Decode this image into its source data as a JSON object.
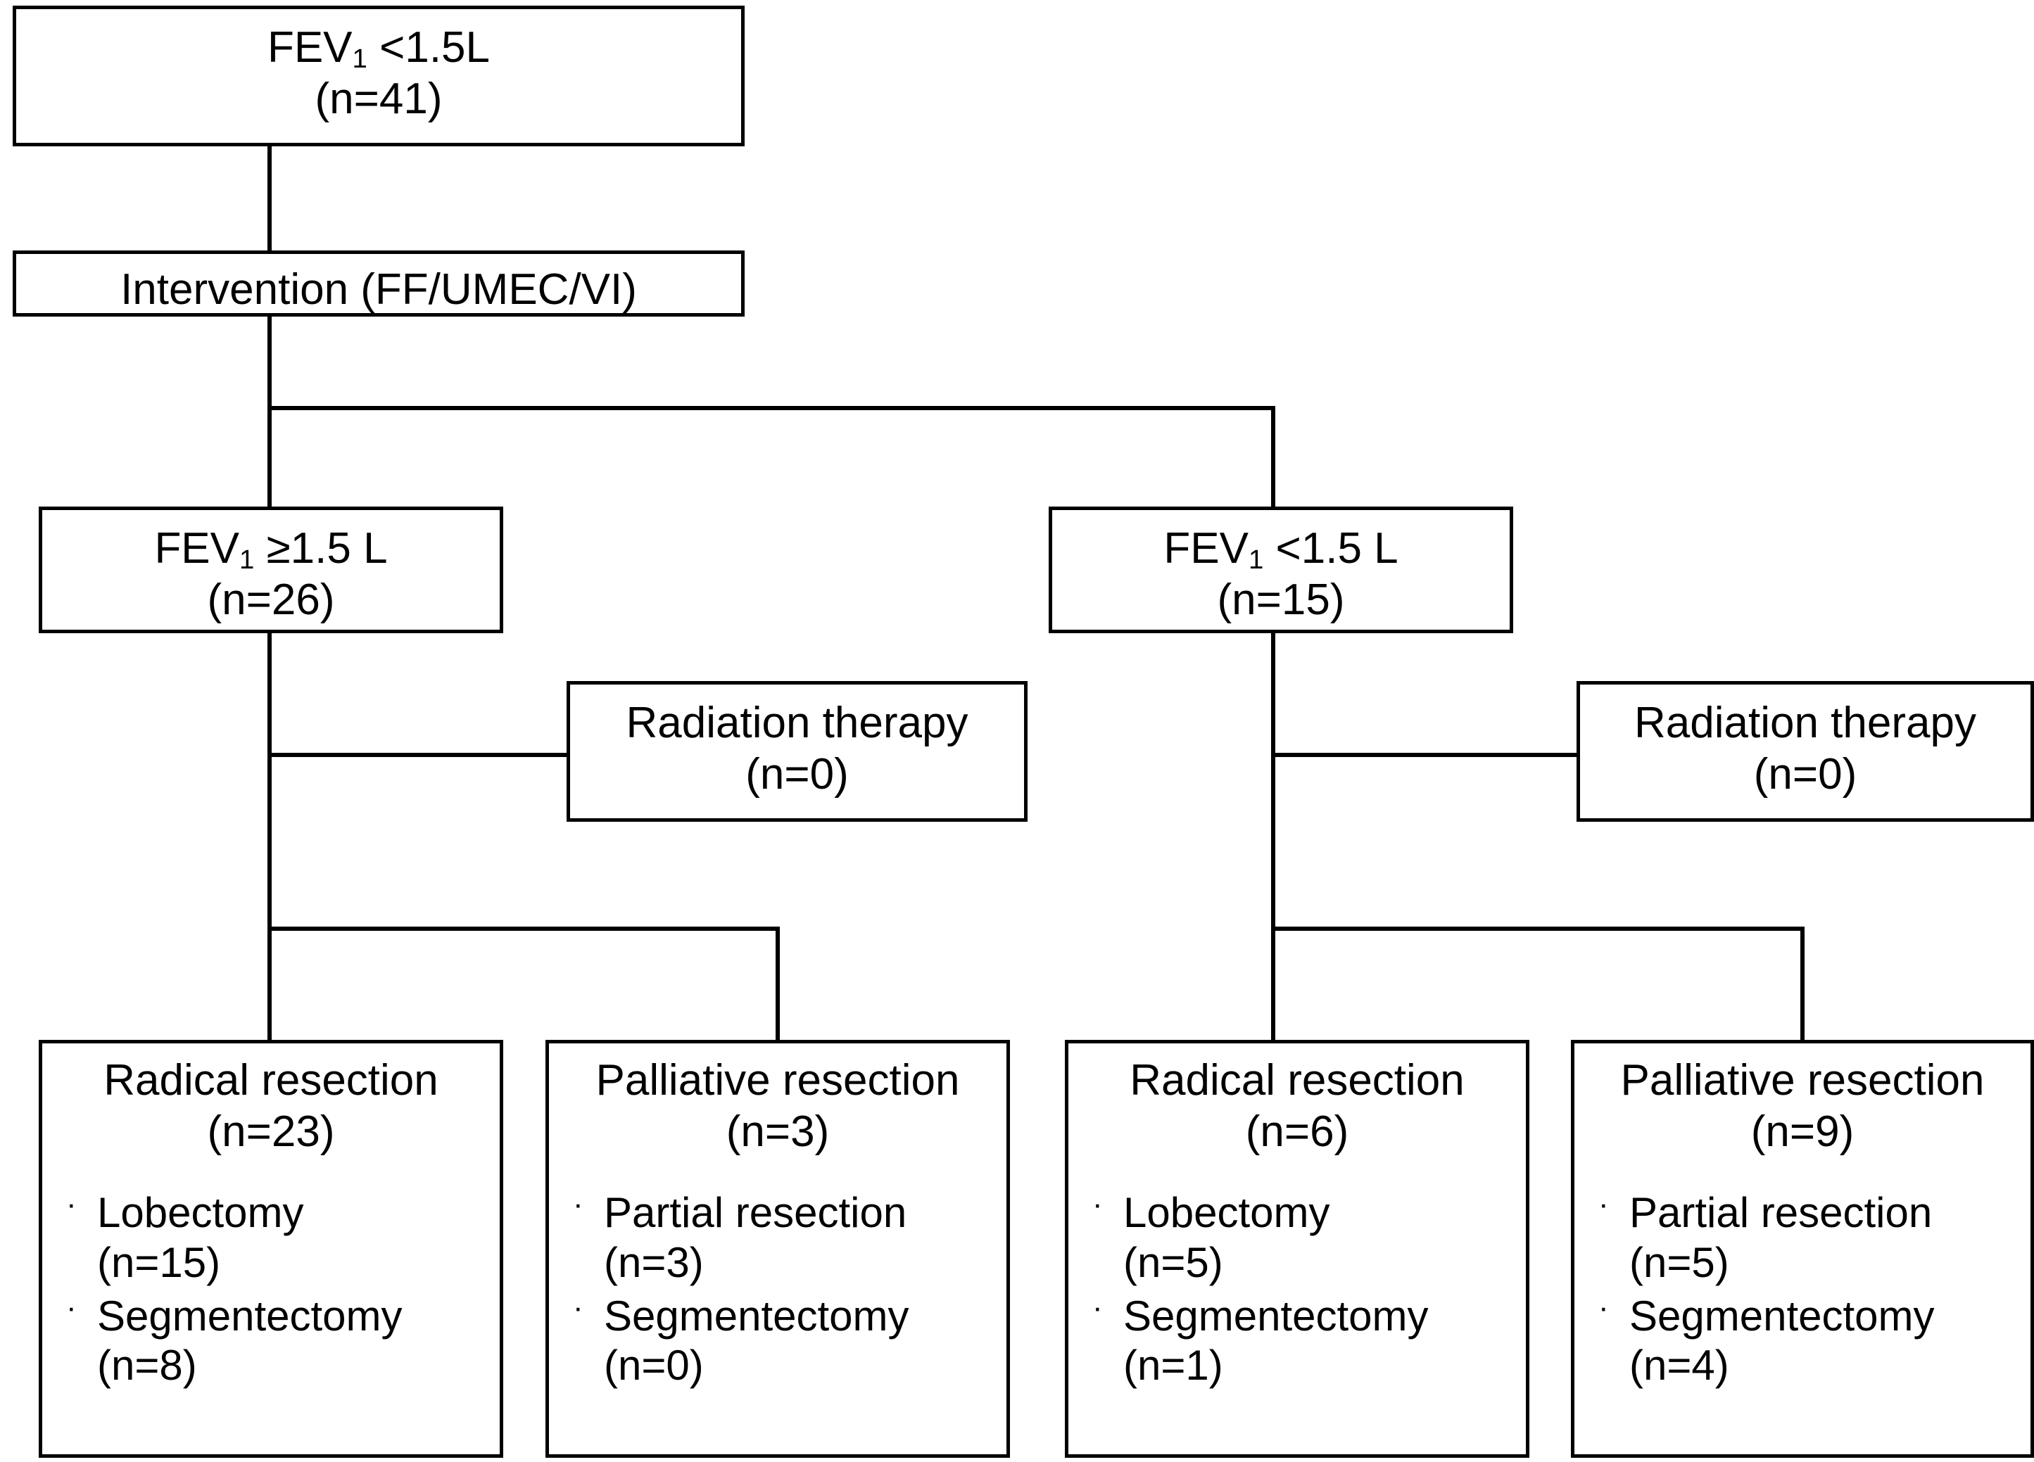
{
  "chart_data": {
    "type": "flowchart",
    "title": "",
    "nodes": [
      {
        "id": "root",
        "label": "FEV1 <1.5L",
        "n": "(n=41)"
      },
      {
        "id": "intervention",
        "label": "Intervention (FF/UMEC/VI)",
        "n": ""
      },
      {
        "id": "left_group",
        "label": "FEV1 ≥1.5 L",
        "n": "(n=26)"
      },
      {
        "id": "right_group",
        "label": "FEV1 <1.5 L",
        "n": "(n=15)"
      },
      {
        "id": "rad_left",
        "label": "Radiation therapy",
        "n": "(n=0)"
      },
      {
        "id": "rad_right",
        "label": "Radiation therapy",
        "n": "(n=0)"
      },
      {
        "id": "radical_l",
        "label": "Radical resection",
        "n": "(n=23)"
      },
      {
        "id": "palliative_l",
        "label": "Palliative resection",
        "n": "(n=3)"
      },
      {
        "id": "radical_r",
        "label": "Radical resection",
        "n": "(n=6)"
      },
      {
        "id": "palliative_r",
        "label": "Palliative resection",
        "n": "(n=9)"
      }
    ],
    "edges": [
      {
        "from": "root",
        "to": "intervention"
      },
      {
        "from": "intervention",
        "to": "left_group"
      },
      {
        "from": "intervention",
        "to": "right_group"
      },
      {
        "from": "left_group",
        "to": "rad_left"
      },
      {
        "from": "left_group",
        "to": "radical_l"
      },
      {
        "from": "left_group",
        "to": "palliative_l"
      },
      {
        "from": "right_group",
        "to": "rad_right"
      },
      {
        "from": "right_group",
        "to": "radical_r"
      },
      {
        "from": "right_group",
        "to": "palliative_r"
      }
    ]
  },
  "colors": {
    "line": "#000000",
    "box_border": "#000000",
    "box_fill": "#ffffff",
    "text": "#000000"
  },
  "root": {
    "title_pre": "FEV",
    "title_sub": "1",
    "title_post": " <1.5L",
    "count": "(n=41)"
  },
  "intervention": {
    "label": "Intervention (FF/UMEC/VI)"
  },
  "left_group": {
    "title_pre": "FEV",
    "title_sub": "1",
    "title_post": " ≥1.5 L",
    "count": "(n=26)"
  },
  "right_group": {
    "title_pre": "FEV",
    "title_sub": "1",
    "title_post": " <1.5 L",
    "count": "(n=15)"
  },
  "radiation_left": {
    "label": "Radiation therapy",
    "count": "(n=0)"
  },
  "radiation_right": {
    "label": "Radiation therapy",
    "count": "(n=0)"
  },
  "radical_left": {
    "label": "Radical resection",
    "count": "(n=23)",
    "bullet_marker": "·",
    "items": [
      {
        "name": "Lobectomy",
        "count": "(n=15)"
      },
      {
        "name": "Segmentectomy",
        "count": "(n=8)"
      }
    ]
  },
  "palliative_left": {
    "label": "Palliative resection",
    "count": "(n=3)",
    "bullet_marker": "·",
    "items": [
      {
        "name": "Partial resection",
        "count": "(n=3)"
      },
      {
        "name": "Segmentectomy",
        "count": "(n=0)"
      }
    ]
  },
  "radical_right": {
    "label": "Radical resection",
    "count": "(n=6)",
    "bullet_marker": "·",
    "items": [
      {
        "name": "Lobectomy",
        "count": "(n=5)"
      },
      {
        "name": "Segmentectomy",
        "count": "(n=1)"
      }
    ]
  },
  "palliative_right": {
    "label": "Palliative resection",
    "count": "(n=9)",
    "bullet_marker": "·",
    "items": [
      {
        "name": "Partial resection",
        "count": "(n=5)"
      },
      {
        "name": "Segmentectomy",
        "count": "(n=4)"
      }
    ]
  }
}
